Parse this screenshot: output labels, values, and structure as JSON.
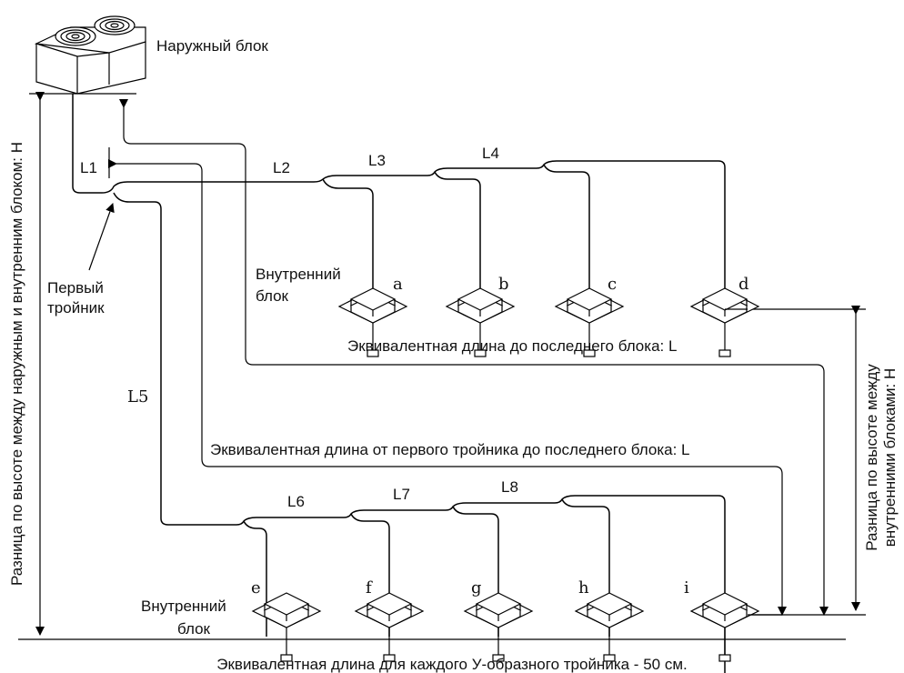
{
  "outdoor_unit_label": "Наружный блок",
  "indoor_unit_label_top_line1": "Внутренний",
  "indoor_unit_label_top_line2": "блок",
  "indoor_unit_label_bottom_line1": "Внутренний",
  "indoor_unit_label_bottom_line2": "блок",
  "first_tee_line1": "Первый",
  "first_tee_line2": "тройник",
  "height_outdoor_indoor": "Разница по высоте между наружным и внутренним блоком: H",
  "height_indoor_line1": "Разница по высоте между",
  "height_indoor_line2": "внутренними блоками: H",
  "equiv_length_last": "Эквивалентная длина до последнего блока: L",
  "equiv_length_first_tee": "Эквивалентная длина от первого тройника до последнего блока: L",
  "footer_note": "Эквивалентная длина для каждого У-образного тройника - 50 см.",
  "pipe_labels": {
    "L1": "L1",
    "L2": "L2",
    "L3": "L3",
    "L4": "L4",
    "L5": "L5",
    "L6": "L6",
    "L7": "L7",
    "L8": "L8"
  },
  "units": {
    "a": "a",
    "b": "b",
    "c": "c",
    "d": "d",
    "e": "e",
    "f": "f",
    "g": "g",
    "h": "h",
    "i": "i"
  }
}
